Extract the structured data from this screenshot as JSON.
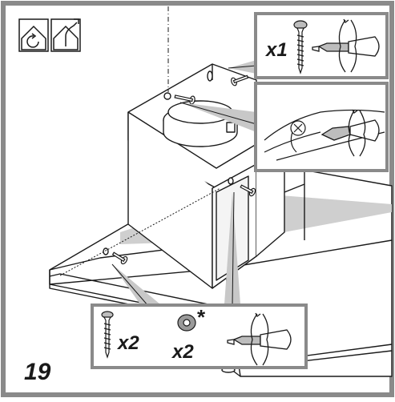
{
  "step_number": "19",
  "callout_top": {
    "quantity": "x1"
  },
  "callout_bottom": {
    "screw_quantity": "x2",
    "washer_quantity": "x2",
    "washer_mark": "*"
  },
  "icons": [
    "recirculation-mode-icon",
    "extraction-mode-icon",
    "screw-icon",
    "washer-icon",
    "screwdriver-icon"
  ],
  "colors": {
    "outline": "#1a1a1a",
    "frame": "#8a8a8a",
    "panel_fill": "#d9d9d9",
    "shadow": "#c8c8c8"
  }
}
